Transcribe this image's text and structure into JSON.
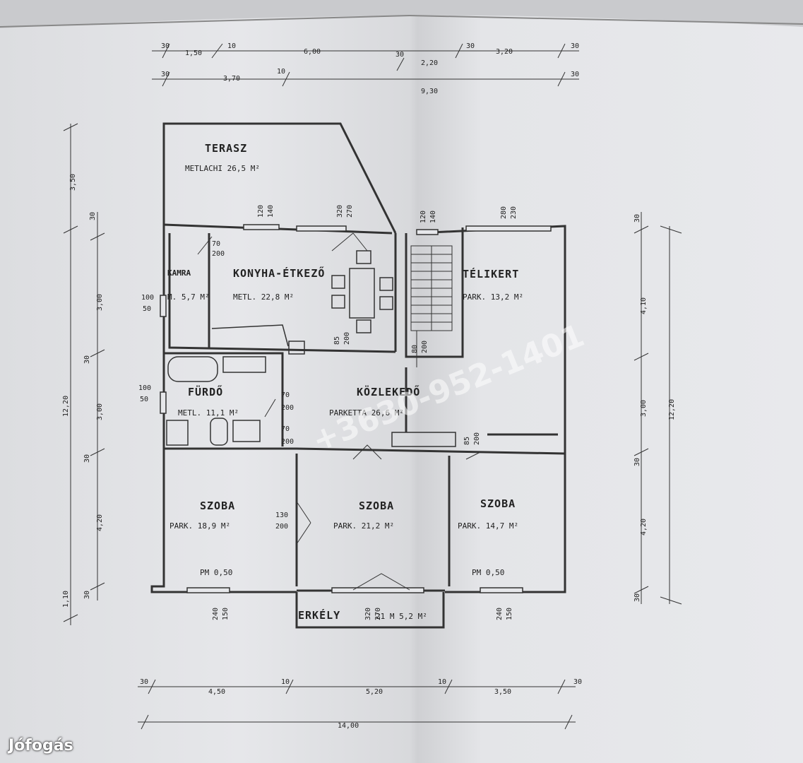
{
  "rooms": {
    "terasz": {
      "name": "TERASZ",
      "detail": "METLACHI 26,5 M²"
    },
    "kamra": {
      "name": "KAMRA",
      "detail": "M. 5,7 M²"
    },
    "konyha": {
      "name": "KONYHA-ÉTKEZŐ",
      "detail": "METL. 22,8 M²"
    },
    "telikert": {
      "name": "TÉLIKERT",
      "detail": "PARK. 13,2 M²"
    },
    "furdo": {
      "name": "FÜRDŐ",
      "detail": "METL. 11,1 M²"
    },
    "kozlekedo": {
      "name": "KÖZLEKEDŐ",
      "detail": "PARKETTA 26,6 M²"
    },
    "szoba1": {
      "name": "SZOBA",
      "detail": "PARK. 18,9 M²",
      "pm": "PM 0,50"
    },
    "szoba2": {
      "name": "SZOBA",
      "detail": "PARK. 21,2 M²"
    },
    "szoba3": {
      "name": "SZOBA",
      "detail": "PARK. 14,7 M²",
      "pm": "PM 0,50"
    },
    "erkely": {
      "name": "ERKÉLY",
      "detail": "21 M 5,2 M²"
    }
  },
  "dimensions": {
    "top_row1": [
      "30",
      "1,50",
      "10",
      "6,00",
      "30",
      "2,20",
      "30",
      "3,20",
      "30"
    ],
    "top_row2": [
      "30",
      "3,70",
      "10",
      "9,30",
      "30"
    ],
    "bottom_row1": [
      "30",
      "4,50",
      "10",
      "5,20",
      "10",
      "3,50",
      "30"
    ],
    "bottom_total": "14,00",
    "left_outer": [
      "3,50",
      "12,20",
      "1,10"
    ],
    "left_inner": [
      "30",
      "3,00",
      "30",
      "3,00",
      "30",
      "4,20",
      "30"
    ],
    "right_inner": [
      "30",
      "4,10",
      "3,00",
      "30",
      "4,20",
      "30"
    ],
    "right_outer": "12,20",
    "openings": [
      "120",
      "140",
      "320",
      "270",
      "120",
      "140",
      "280",
      "230",
      "70",
      "200",
      "85",
      "200",
      "80",
      "200",
      "100",
      "50",
      "100",
      "50",
      "70",
      "200",
      "70",
      "200",
      "85",
      "200",
      "130",
      "200",
      "240",
      "150",
      "320",
      "270",
      "240",
      "150"
    ]
  },
  "watermark": "+3630-952-1401",
  "brand": "Jófogás"
}
